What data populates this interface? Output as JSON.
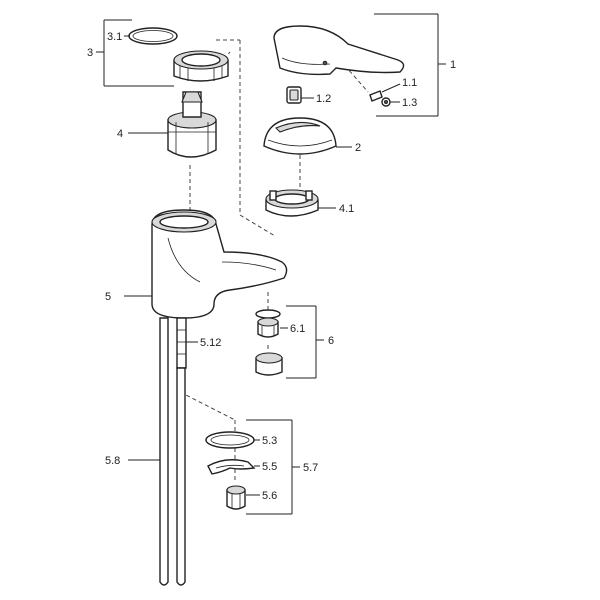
{
  "labels": {
    "p1": "1",
    "p1_1": "1.1",
    "p1_2": "1.2",
    "p1_3": "1.3",
    "p2": "2",
    "p3": "3",
    "p3_1": "3.1",
    "p4": "4",
    "p4_1": "4.1",
    "p5": "5",
    "p5_12": "5.12",
    "p6": "6",
    "p6_1": "6.1",
    "p5_3": "5.3",
    "p5_5": "5.5",
    "p5_7": "5.7",
    "p5_6": "5.6",
    "p5_8": "5.8"
  }
}
